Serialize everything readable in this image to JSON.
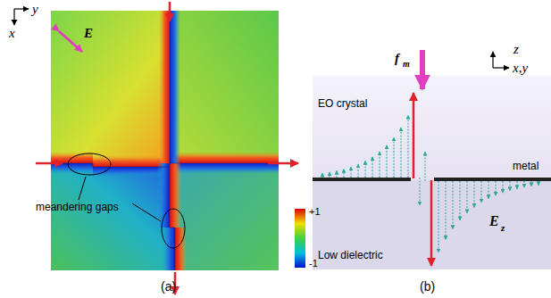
{
  "diagram": {
    "labels": [
      "y",
      "x",
      "E",
      "meandering gaps",
      "+1",
      "-1",
      "(a)",
      "f",
      "m",
      "z",
      "x,y",
      "EO crystal",
      "metal",
      "Low dielectric",
      "E",
      "z",
      "(b)"
    ]
  }
}
